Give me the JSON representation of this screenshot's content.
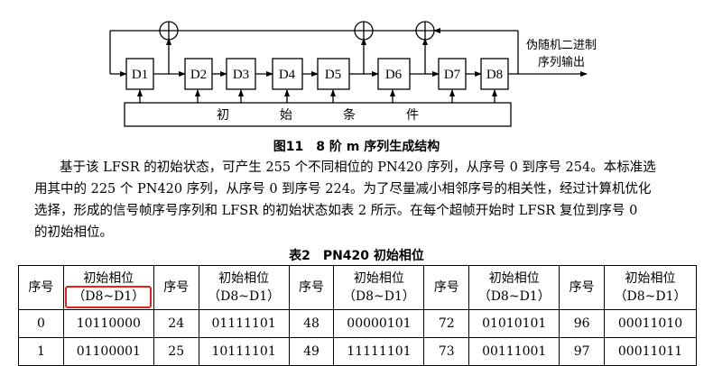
{
  "figure": {
    "registers": [
      "D1",
      "D2",
      "D3",
      "D4",
      "D5",
      "D6",
      "D7",
      "D8"
    ],
    "init_bar_label": "初　　　　始　　　　条　　　　件",
    "output_label_line1": "伪随机二进制",
    "output_label_line2": "序列输出",
    "caption": "图11　8 阶 m 序列生成结构",
    "xor_symbol": "⊕"
  },
  "paragraph": {
    "line1": "基于该 LFSR 的初始状态，可产生 255 个不同相位的 PN420 序列，从序号 0 到序号 254。本标准选",
    "line2": "用其中的 225 个 PN420 序列，从序号 0 到序号 224。为了尽量减小相邻序号的相关性，经过计算机优化",
    "line3": "选择，形成的信号帧序号序列和 LFSR 的初始状态如表 2 所示。在每个超帧开始时 LFSR 复位到序号 0",
    "line4": "的初始相位。"
  },
  "table": {
    "caption": "表2　PN420 初始相位",
    "header_seq": "序号",
    "header_phase_line1": "初始相位",
    "header_phase_line2": "（D8~D1）",
    "rows": [
      [
        {
          "seq": "0",
          "phase": "10110000"
        },
        {
          "seq": "24",
          "phase": "01111101"
        },
        {
          "seq": "48",
          "phase": "00000101"
        },
        {
          "seq": "72",
          "phase": "01010101"
        },
        {
          "seq": "96",
          "phase": "00011010"
        }
      ],
      [
        {
          "seq": "1",
          "phase": "01100001"
        },
        {
          "seq": "25",
          "phase": "10111101"
        },
        {
          "seq": "49",
          "phase": "11111101"
        },
        {
          "seq": "73",
          "phase": "00111001"
        },
        {
          "seq": "97",
          "phase": "00011011"
        }
      ]
    ]
  },
  "colors": {
    "highlight": "#e3241b"
  }
}
